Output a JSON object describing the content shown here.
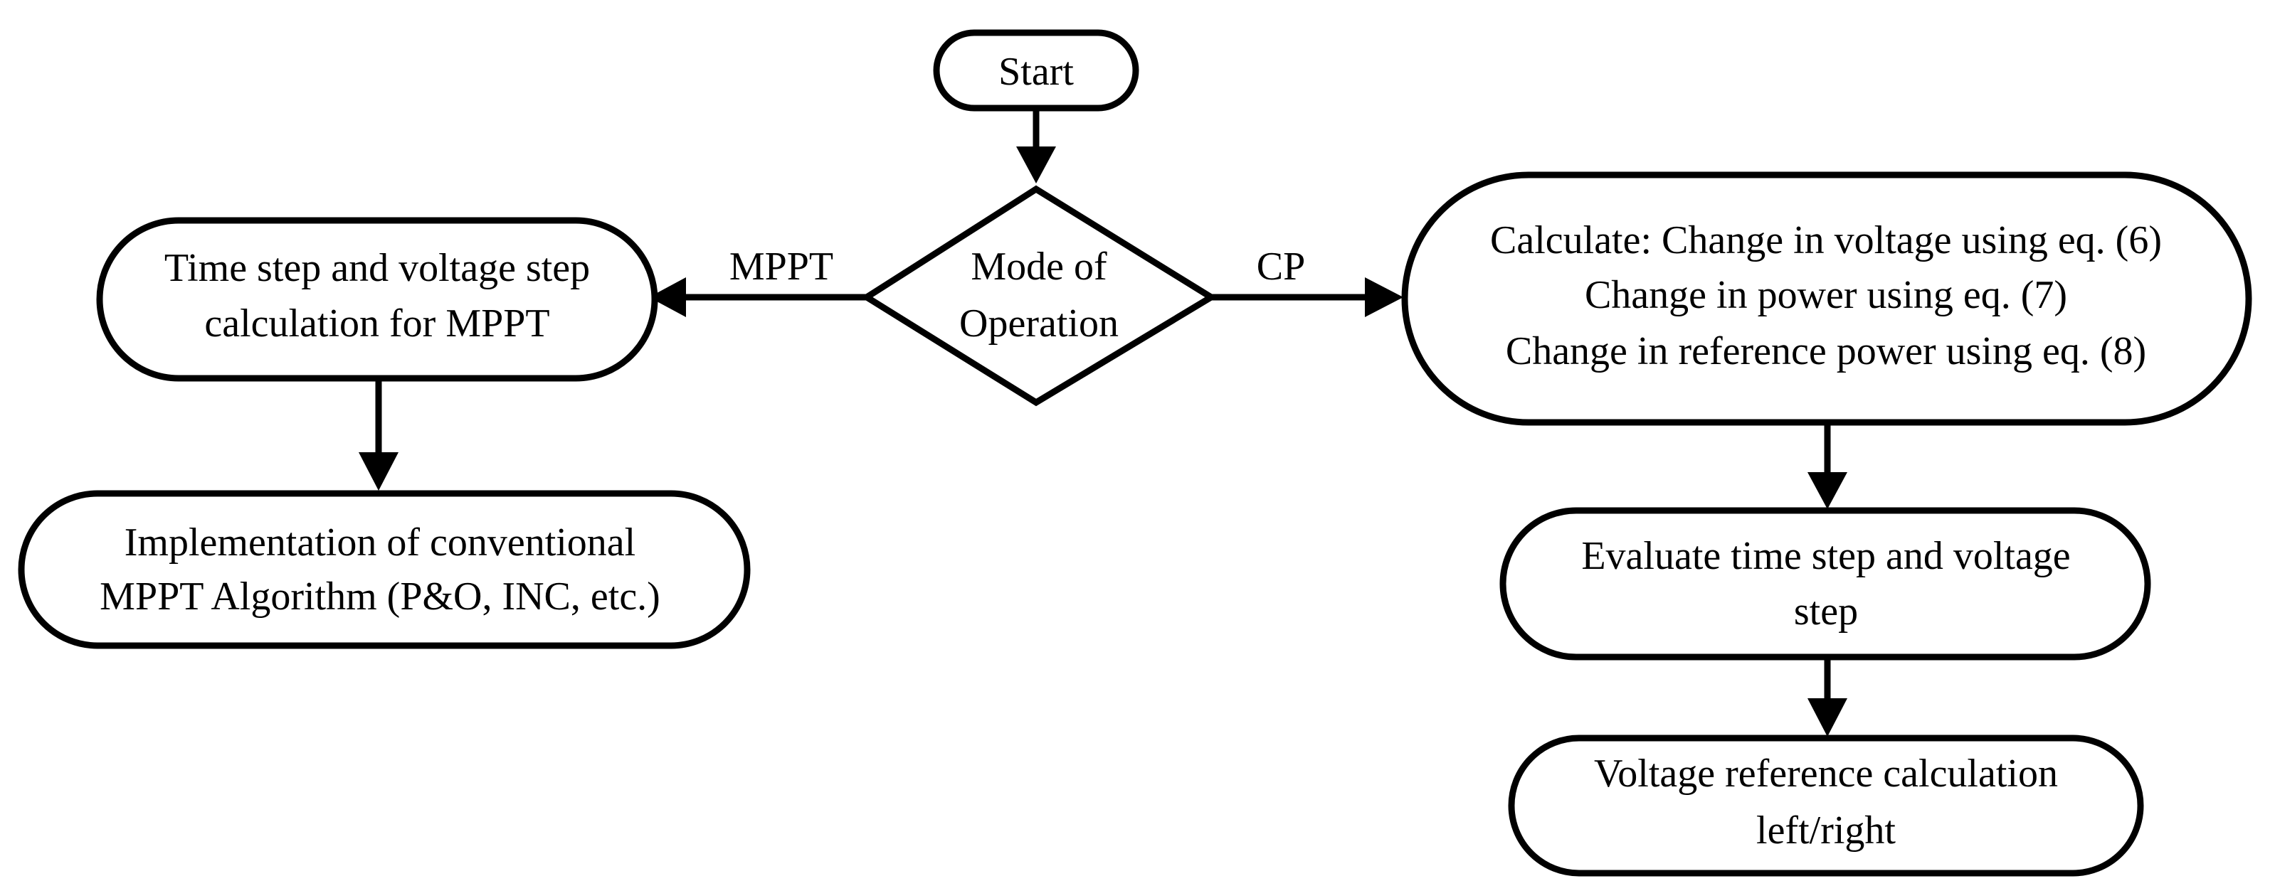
{
  "nodes": {
    "start": {
      "lines": [
        "Start"
      ]
    },
    "mode": {
      "lines": [
        "Mode of",
        "Operation"
      ]
    },
    "mppt_step": {
      "lines": [
        "Time step and voltage step",
        "calculation for MPPT"
      ]
    },
    "mppt_impl": {
      "lines": [
        "Implementation of conventional",
        "MPPT Algorithm (P&O, INC, etc.)"
      ]
    },
    "cp_calc": {
      "lines": [
        "Calculate: Change in voltage using eq. (6)",
        "Change in power using eq. (7)",
        "Change in reference power using eq. (8)"
      ]
    },
    "cp_eval": {
      "lines": [
        "Evaluate time step and voltage",
        "step"
      ]
    },
    "cp_vref": {
      "lines": [
        "Voltage reference calculation",
        "left/right"
      ]
    }
  },
  "edges": {
    "mppt_label": "MPPT",
    "cp_label": "CP"
  },
  "colors": {
    "stroke": "#000000",
    "fill": "#ffffff",
    "text": "#000000"
  }
}
